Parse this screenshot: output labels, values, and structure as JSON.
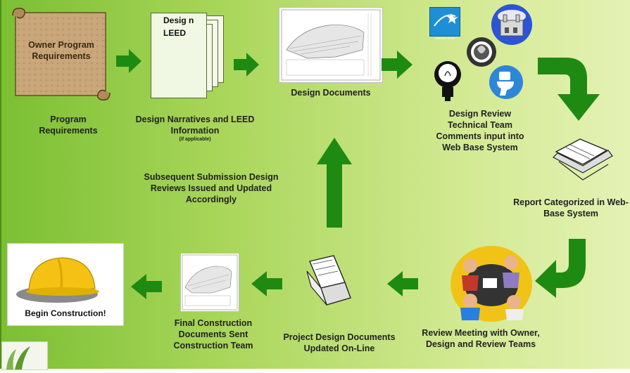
{
  "step1": {
    "scroll_text": "Owner Program Requirements",
    "label": "Program Requirements"
  },
  "step2": {
    "doc_text": "Desig n LEED",
    "label": "Design Narratives and LEED Information",
    "note": "(if applicable)"
  },
  "step3": {
    "label": "Design Documents"
  },
  "step4": {
    "label": "Design Review Technical Team Comments input into Web Base System"
  },
  "step5": {
    "label": "Report Categorized in Web-Base System"
  },
  "step6": {
    "label": "Review Meeting with Owner, Design and Review Teams"
  },
  "step7": {
    "label": "Project Design Documents Updated On-Line"
  },
  "step8": {
    "label": "Final Construction Documents Sent Construction Team"
  },
  "step9": {
    "label": "Begin Construction!"
  },
  "loop": {
    "label": "Subsequent Submission Design Reviews Issued and Updated Accordingly"
  },
  "icons": {
    "energy_star": "ENERGY STAR"
  },
  "colors": {
    "arrow": "#1f8a12",
    "bg_left": "#7bbf33",
    "bg_right": "#e4f2b4"
  }
}
